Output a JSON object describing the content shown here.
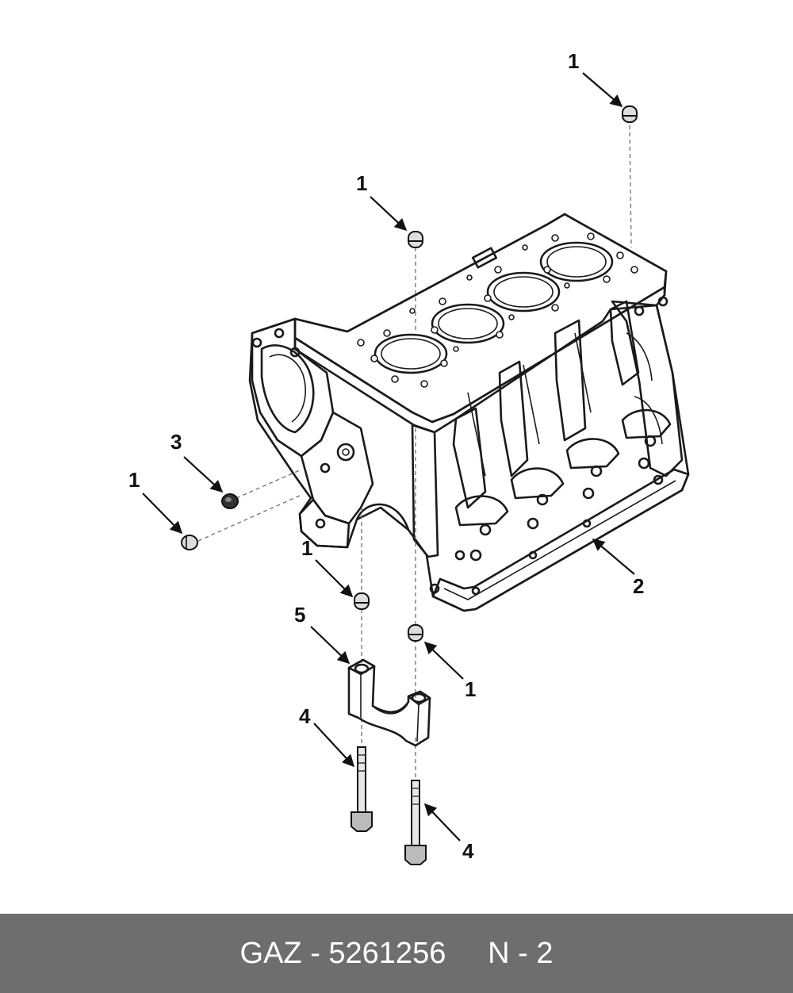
{
  "callouts": {
    "c1_top_right": "1",
    "c1_top_mid": "1",
    "c1_left": "1",
    "c1_lower_left": "1",
    "c1_lower_right": "1",
    "c2": "2",
    "c3": "3",
    "c4_left": "4",
    "c4_right": "4",
    "c5": "5"
  },
  "footer": {
    "part_label": "GAZ - 5261256     N - 2"
  }
}
